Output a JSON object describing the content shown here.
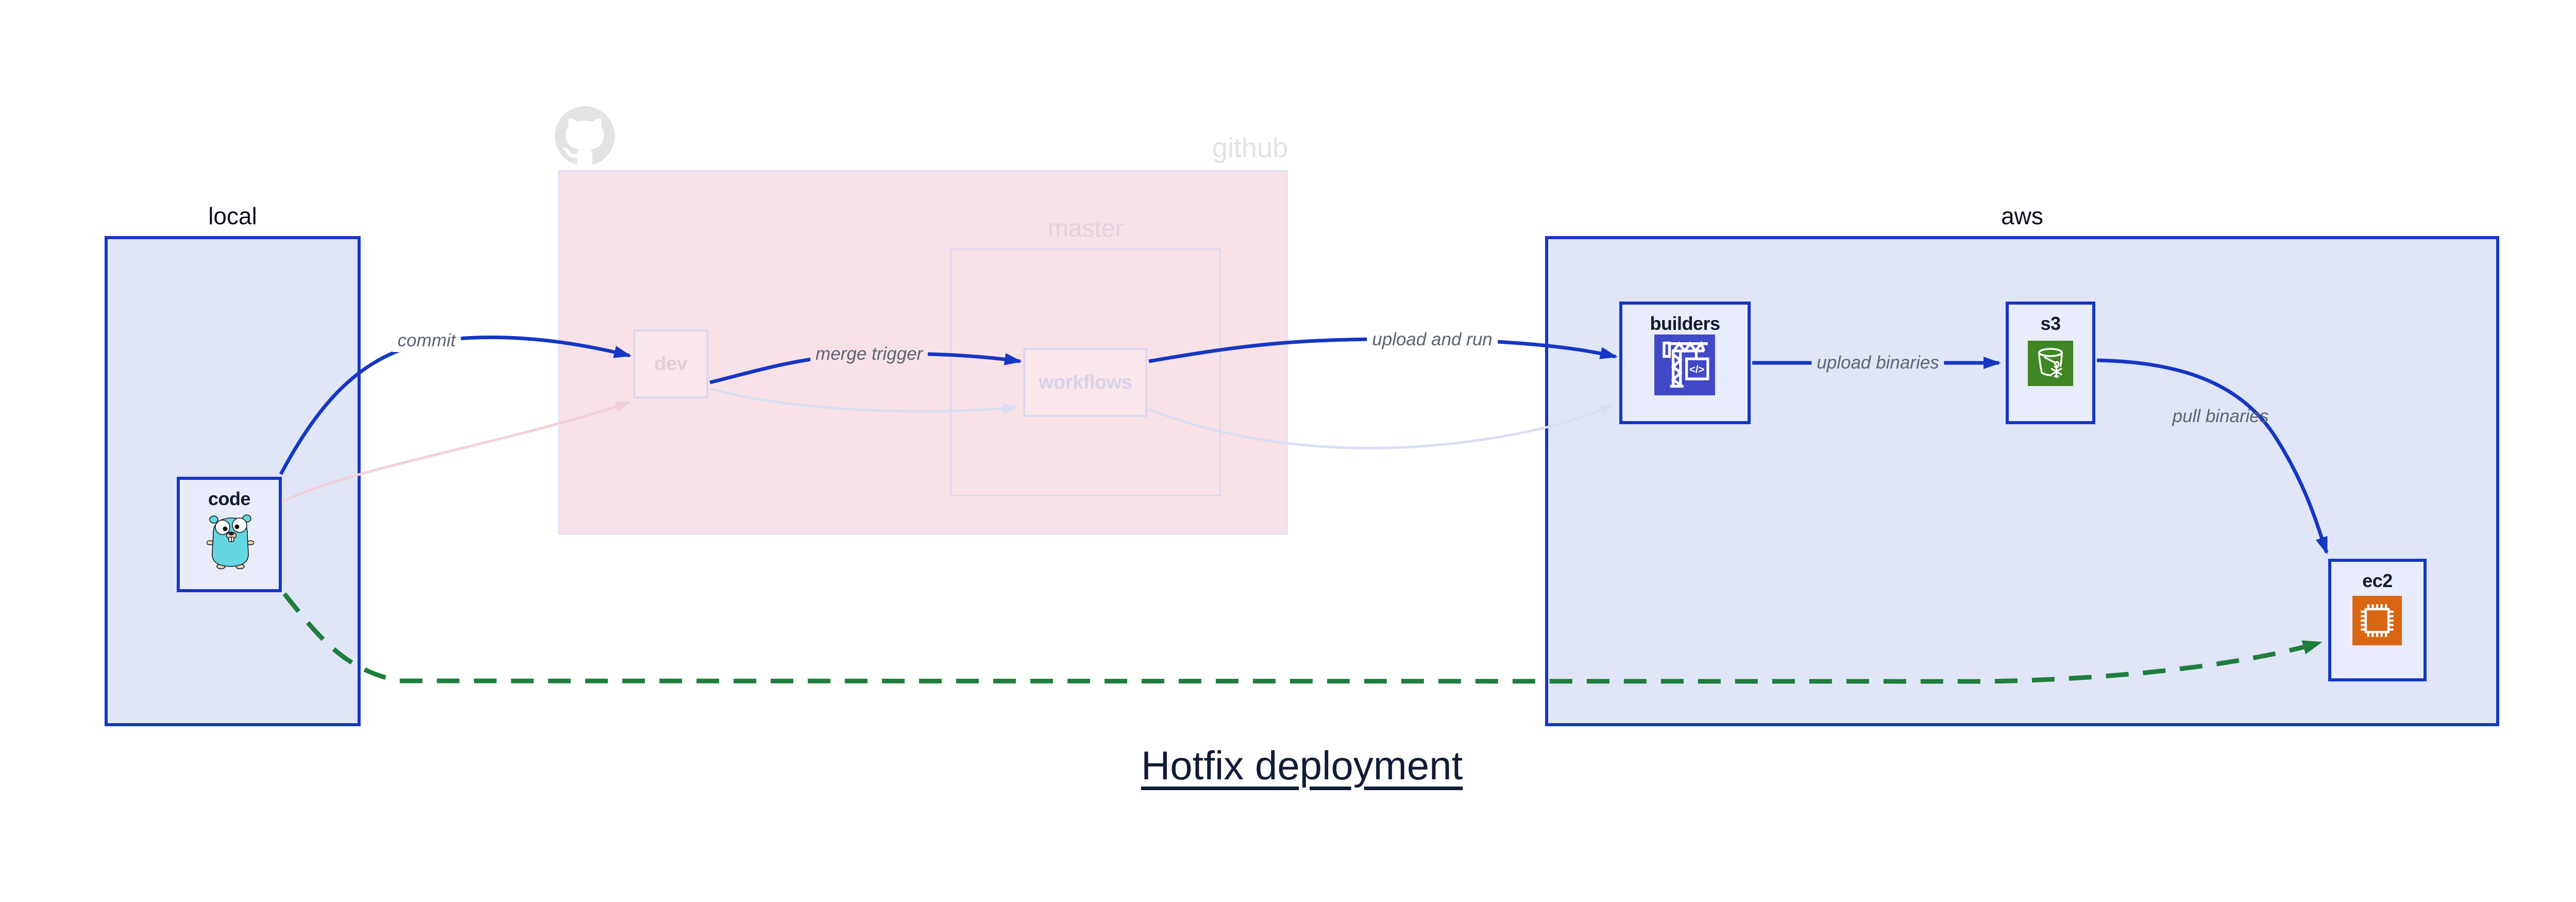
{
  "diagram": {
    "title": "Hotfix deployment",
    "groups": {
      "local": "local",
      "github": "github",
      "master": "master",
      "aws": "aws"
    },
    "nodes": {
      "code": "code",
      "dev": "dev",
      "workflows": "workflows",
      "builders": "builders",
      "s3": "s3",
      "ec2": "ec2"
    },
    "edges": [
      {
        "label": "commit",
        "from": "code",
        "to": "dev",
        "state": "active"
      },
      {
        "label": "merge trigger",
        "from": "dev",
        "to": "workflows",
        "state": "active"
      },
      {
        "label": "upload and run",
        "from": "workflows",
        "to": "builders",
        "state": "active"
      },
      {
        "label": "upload binaries",
        "from": "builders",
        "to": "s3",
        "state": "active"
      },
      {
        "label": "pull binaries",
        "from": "s3",
        "to": "ec2",
        "state": "active"
      },
      {
        "label": "",
        "from": "code",
        "to": "ec2",
        "state": "hotfix-dashed-green"
      },
      {
        "label": "",
        "from": "code",
        "to": "dev",
        "state": "faded-pink"
      },
      {
        "label": "",
        "from": "dev",
        "to": "workflows",
        "state": "faded-lavender"
      },
      {
        "label": "",
        "from": "workflows",
        "to": "builders",
        "state": "faded-lavender"
      }
    ],
    "icons": {
      "github": "github-octocat-icon",
      "code": "go-gopher-icon",
      "builders": "codebuild-crane-icon",
      "s3": "s3-glacier-bucket-icon",
      "ec2": "ec2-chip-icon"
    },
    "colors": {
      "accent_blue": "#1537c4",
      "group_fill": "#e0e6f8",
      "node_fill": "#e9edfb",
      "github_fill": "#f8e2e8",
      "faded_border": "#dcd7ec",
      "faded_pink_edge": "#f2cfdb",
      "faded_lavender_edge": "#d9def2",
      "hotfix_green": "#1f7e3d",
      "codebuild_icon_bg": "#4149c6",
      "s3_icon_bg": "#3f8624",
      "ec2_icon_bg": "#d86613",
      "edge_label_color": "#5d6470"
    }
  }
}
